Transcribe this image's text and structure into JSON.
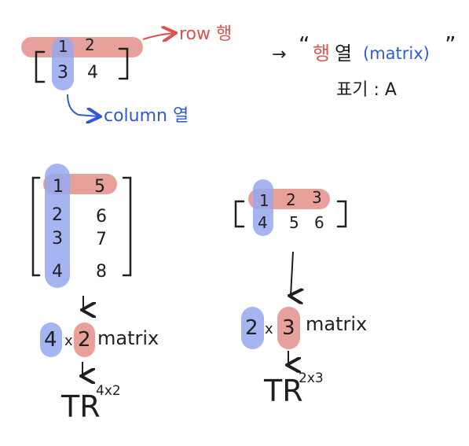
{
  "colors": {
    "row_highlight": "#e8a09a",
    "column_highlight": "#95a8ee",
    "red_ink": "#d9534f",
    "blue_ink": "#2f5bd8",
    "ink": "#1f1f1f"
  },
  "example": {
    "row1": [
      "1",
      "2"
    ],
    "row2": [
      "3",
      "4"
    ],
    "row_label": "row 행",
    "column_label": "column 열"
  },
  "definition": {
    "arrow": "→",
    "open_quote": "“",
    "word_row": "행",
    "word_col": "열",
    "english": "(matrix)",
    "close_quote": "”",
    "notation": "표기 : A"
  },
  "matrix_4x2": {
    "rows": [
      [
        "1",
        "5"
      ],
      [
        "2",
        "6"
      ],
      [
        "3",
        "7"
      ],
      [
        "4",
        "8"
      ]
    ],
    "rows_count": "4",
    "cols_count": "2",
    "times": "x",
    "word": "matrix",
    "space_base": "TR",
    "space_exp": "4x2"
  },
  "matrix_2x3": {
    "rows": [
      [
        "1",
        "2",
        "3"
      ],
      [
        "4",
        "5",
        "6"
      ]
    ],
    "rows_count": "2",
    "cols_count": "3",
    "times": "x",
    "word": "matrix",
    "space_base": "TR",
    "space_exp": "2x3"
  }
}
